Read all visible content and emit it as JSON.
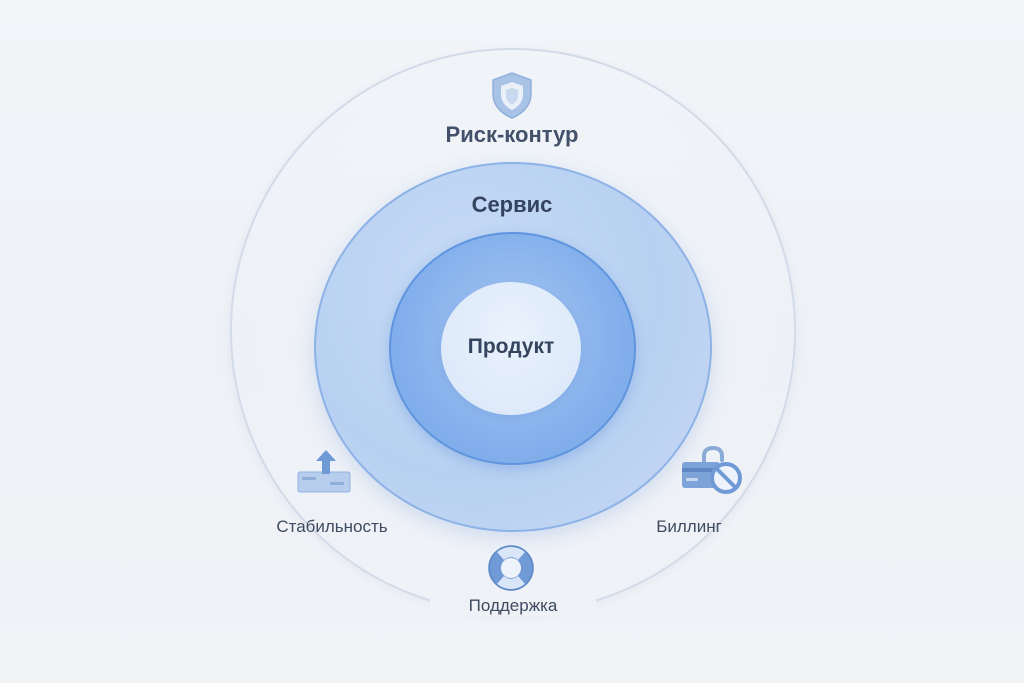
{
  "diagram": {
    "layers": {
      "outer": "Риск-контур",
      "middle": "Сервис",
      "core": "Продукт"
    },
    "factors": {
      "stability": "Стабильность",
      "billing": "Биллинг",
      "support": "Поддержка"
    },
    "icons": {
      "outer": "shield-icon",
      "stability": "upload-icon",
      "billing": "card-lock-blocked-icon",
      "support": "lifebuoy-icon"
    },
    "colors": {
      "outer_ring_border": "#d3dbe8",
      "middle_ring_fill": "#b8d1f2",
      "inner_ring_fill": "#84b0ec",
      "core_fill": "#e3edfb",
      "icon_blue": "#6f9ad6",
      "text": "#3e4a5e"
    }
  }
}
